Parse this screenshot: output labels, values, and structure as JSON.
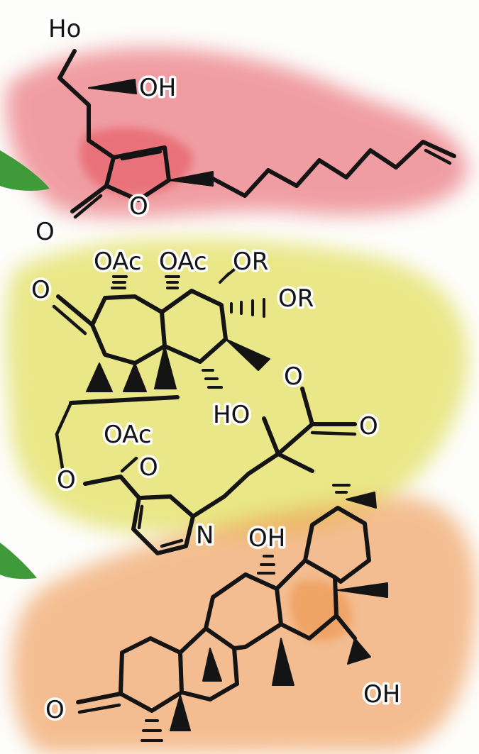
{
  "colors": {
    "background": "#fdfdfb",
    "ink": "#141414",
    "wash_red": "#e5505a",
    "wash_yellow": "#d9d62a",
    "wash_orange": "#ec8a3a",
    "leaf_green": "#3f9a3a"
  },
  "molecule_top": {
    "labels": {
      "ho_top": "Ho",
      "oh_top": "OH",
      "ketone_o": "O",
      "ring_o": "O"
    }
  },
  "molecule_middle": {
    "labels": {
      "oac_1": "OAc",
      "oac_2": "OAc",
      "or_1": "OR",
      "or_2": "OR",
      "ketone_o": "O",
      "acid_o_top": "O",
      "ho_acid": "HO",
      "acid_o_right": "O",
      "oac_3": "OAc",
      "ester_o_ring": "O",
      "ester_o_carbonyl": "O",
      "pyridine_n": "N"
    }
  },
  "molecule_bottom": {
    "labels": {
      "oh_top": "OH",
      "oh_right": "OH",
      "ketone_o": "O"
    }
  }
}
